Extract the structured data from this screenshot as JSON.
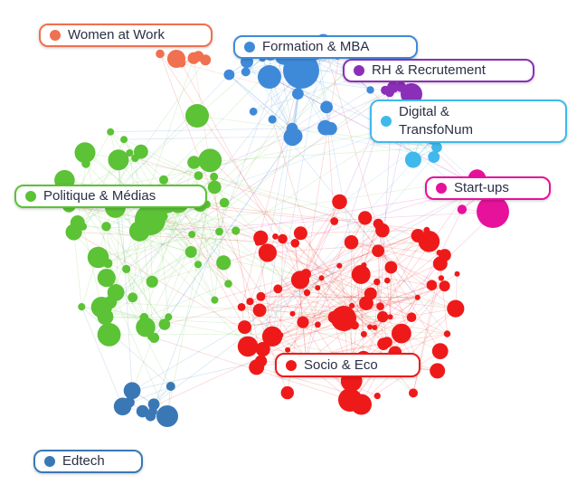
{
  "communities": [
    {
      "id": "women",
      "label": "Women at Work",
      "color": "#f0704f"
    },
    {
      "id": "formation",
      "label": "Formation & MBA",
      "color": "#3f8ad8"
    },
    {
      "id": "rh",
      "label": "RH & Recrutement",
      "color": "#8c2fb8"
    },
    {
      "id": "digital",
      "label": "Digital & TransfoNum",
      "color": "#3fb9ec"
    },
    {
      "id": "politique",
      "label": "Politique & Médias",
      "color": "#5cc236"
    },
    {
      "id": "startups",
      "label": "Start-ups",
      "color": "#e6129b"
    },
    {
      "id": "socio",
      "label": "Socio & Eco",
      "color": "#ee1a1a"
    },
    {
      "id": "edtech",
      "label": "Edtech",
      "color": "#3a78b5"
    }
  ]
}
